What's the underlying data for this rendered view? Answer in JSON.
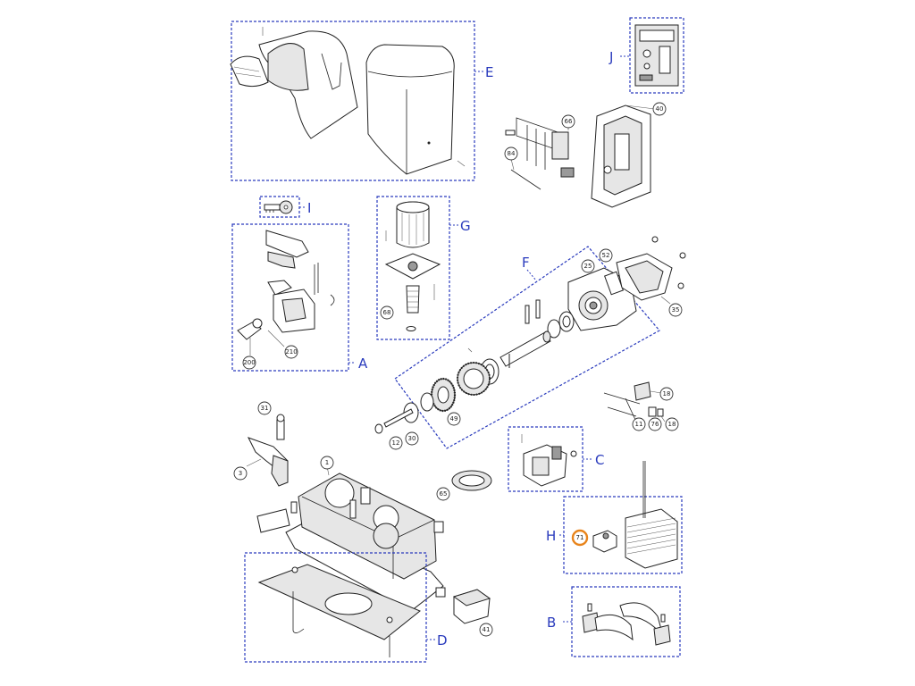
{
  "groups": [
    {
      "id": "E",
      "label": "E"
    },
    {
      "id": "J",
      "label": "J"
    },
    {
      "id": "I",
      "label": "I"
    },
    {
      "id": "G",
      "label": "G"
    },
    {
      "id": "A",
      "label": "A"
    },
    {
      "id": "F",
      "label": "F"
    },
    {
      "id": "C",
      "label": "C"
    },
    {
      "id": "H",
      "label": "H"
    },
    {
      "id": "B",
      "label": "B"
    },
    {
      "id": "D",
      "label": "D"
    }
  ],
  "callouts": [
    {
      "label": "66"
    },
    {
      "label": "84"
    },
    {
      "label": "40"
    },
    {
      "label": "68"
    },
    {
      "label": "200"
    },
    {
      "label": "210"
    },
    {
      "label": "52"
    },
    {
      "label": "25"
    },
    {
      "label": "35"
    },
    {
      "label": "49"
    },
    {
      "label": "12"
    },
    {
      "label": "30"
    },
    {
      "label": "31"
    },
    {
      "label": "3"
    },
    {
      "label": "1"
    },
    {
      "label": "65"
    },
    {
      "label": "18"
    },
    {
      "label": "11"
    },
    {
      "label": "76"
    },
    {
      "label": "18"
    },
    {
      "label": "71"
    },
    {
      "label": "41"
    }
  ],
  "highlight_color": "#e8841b",
  "group_color": "#2a3bbd",
  "highlighted_callout": "71"
}
